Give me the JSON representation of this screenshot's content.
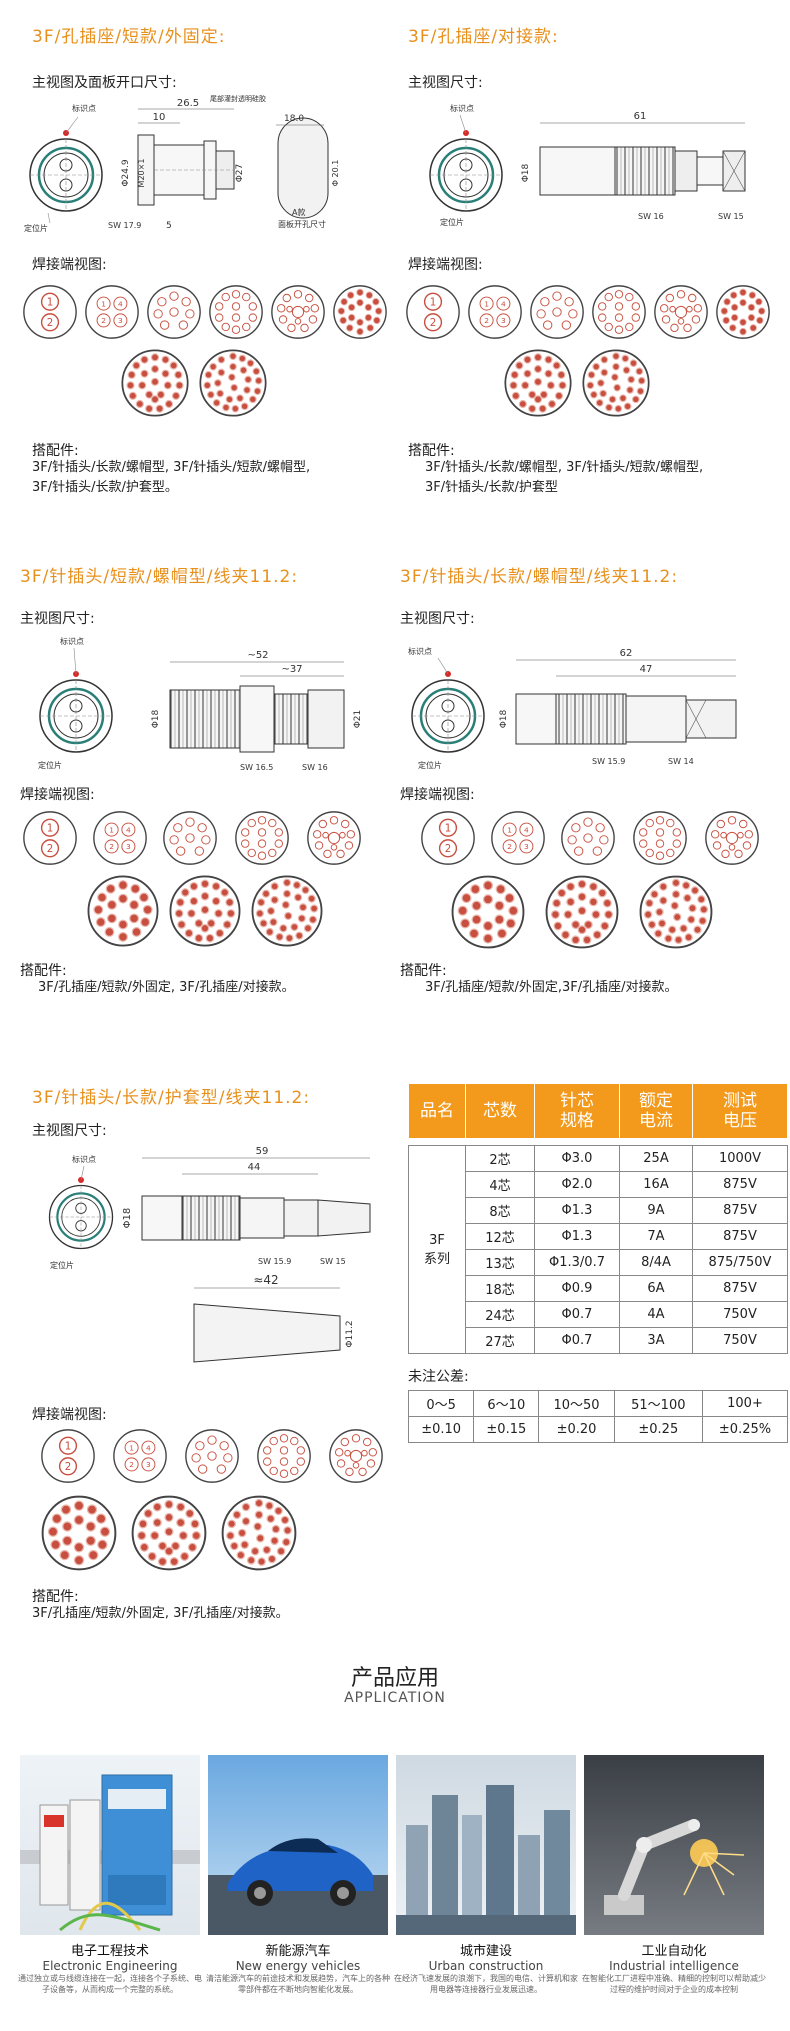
{
  "sections": {
    "s1": {
      "title": "3F/孔插座/短款/外固定:",
      "view_label": "主视图及面板开口尺寸:",
      "solder_label": "焊接端视图:",
      "acc_label": "搭配件:",
      "acc_lines": [
        "3F/针插头/长款/螺帽型, 3F/针插头/短款/螺帽型,",
        "3F/针插头/长款/护套型。"
      ],
      "marks": {
        "id_point": "标识点",
        "locator": "定位片",
        "tail_note": "尾部灌封透明硅胶",
        "panel_a": "A款",
        "panel_cut": "面板开孔尺寸"
      },
      "dims": {
        "d265": "26.5",
        "d10": "10",
        "d249": "Φ24.9",
        "m20": "M20×1",
        "d27": "Φ27",
        "sw179": "SW 17.9",
        "d5": "5",
        "d18": "18.0",
        "d201": "Φ 20.1"
      }
    },
    "s2": {
      "title": "3F/孔插座/对接款:",
      "view_label": "主视图尺寸:",
      "solder_label": "焊接端视图:",
      "acc_label": "搭配件:",
      "acc_lines": [
        "3F/针插头/长款/螺帽型, 3F/针插头/短款/螺帽型,",
        "3F/针插头/长款/护套型"
      ],
      "marks": {
        "id_point": "标识点",
        "locator": "定位片"
      },
      "dims": {
        "d61": "61",
        "d18": "Φ18",
        "sw16": "SW 16",
        "sw15": "SW 15"
      }
    },
    "s3": {
      "title": "3F/针插头/短款/螺帽型/线夹11.2:",
      "view_label": "主视图尺寸:",
      "solder_label": "焊接端视图:",
      "acc_label": "搭配件:",
      "acc_lines": [
        "3F/孔插座/短款/外固定, 3F/孔插座/对接款。"
      ],
      "marks": {
        "id_point": "标识点",
        "locator": "定位片"
      },
      "dims": {
        "d52": "~52",
        "d37": "~37",
        "d18": "Φ18",
        "d21": "Φ21",
        "sw165": "SW 16.5",
        "sw16": "SW 16"
      }
    },
    "s4": {
      "title": "3F/针插头/长款/螺帽型/线夹11.2:",
      "view_label": "主视图尺寸:",
      "solder_label": "焊接端视图:",
      "acc_label": "搭配件:",
      "acc_lines": [
        "3F/孔插座/短款/外固定,3F/孔插座/对接款。"
      ],
      "marks": {
        "id_point": "标识点",
        "locator": "定位片"
      },
      "dims": {
        "d62": "62",
        "d47": "47",
        "d18": "Φ18",
        "sw159": "SW 15.9",
        "sw14": "SW 14"
      }
    },
    "s5": {
      "title": "3F/针插头/长款/护套型/线夹11.2:",
      "view_label": "主视图尺寸:",
      "solder_label": "焊接端视图:",
      "acc_label": "搭配件:",
      "acc_lines": [
        "3F/孔插座/短款/外固定, 3F/孔插座/对接款。"
      ],
      "marks": {
        "id_point": "标识点",
        "locator": "定位片"
      },
      "dims": {
        "d59": "59",
        "d44": "44",
        "d18": "Φ18",
        "sw159": "SW 15.9",
        "sw15": "SW 15",
        "d42": "≈42",
        "d112": "Φ11.2"
      }
    }
  },
  "spec_table": {
    "headers": [
      "品名",
      "芯数",
      "针芯\n规格",
      "额定\n电流",
      "测试\n电压"
    ],
    "series": "3F\n系列",
    "rows": [
      [
        "2芯",
        "Φ3.0",
        "25A",
        "1000V"
      ],
      [
        "4芯",
        "Φ2.0",
        "16A",
        "875V"
      ],
      [
        "8芯",
        "Φ1.3",
        "9A",
        "875V"
      ],
      [
        "12芯",
        "Φ1.3",
        "7A",
        "875V"
      ],
      [
        "13芯",
        "Φ1.3/0.7",
        "8/4A",
        "875/750V"
      ],
      [
        "18芯",
        "Φ0.9",
        "6A",
        "875V"
      ],
      [
        "24芯",
        "Φ0.7",
        "4A",
        "750V"
      ],
      [
        "27芯",
        "Φ0.7",
        "3A",
        "750V"
      ]
    ]
  },
  "tolerance": {
    "title": "未注公差:",
    "ranges": [
      "0～5",
      "6～10",
      "10～50",
      "51～100",
      "100+"
    ],
    "values": [
      "±0.10",
      "±0.15",
      "±0.20",
      "±0.25",
      "±0.25%"
    ]
  },
  "application": {
    "title": "产品应用",
    "subtitle": "APPLICATION",
    "items": [
      {
        "cn": "电子工程技术",
        "en": "Electronic Engineering",
        "desc": "通过独立或与线缆连接在一起，连接各个子系统、电子设备等，从而构成一个完整的系统。"
      },
      {
        "cn": "新能源汽车",
        "en": "New energy vehicles",
        "desc": "清洁能源汽车的前途技术和发展趋势，汽车上的各种零部件都在不断地向智能化发展。"
      },
      {
        "cn": "城市建设",
        "en": "Urban construction",
        "desc": "在经济飞速发展的浪潮下，我国的电信、计算机和家用电器等连接器行业发展迅速。"
      },
      {
        "cn": "工业自动化",
        "en": "Industrial intelligence",
        "desc": "在智能化工厂进程中准确、精细的控制可以帮助减少过程的维护时间对于企业的成本控制"
      }
    ]
  },
  "colors": {
    "accent": "#e8901c",
    "header_bg": "#f39a1d",
    "contact": "#c84f3f",
    "contact_ring": "#e9b7ad"
  }
}
